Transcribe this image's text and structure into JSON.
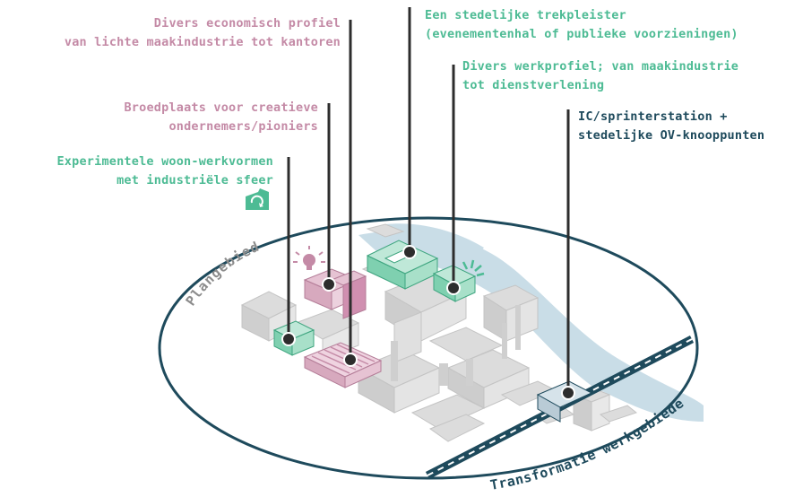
{
  "labels": {
    "economisch": "Divers economisch profiel\nvan lichte maakindustrie tot kantoren",
    "trekpleister": "Een stedelijke trekpleister\n(evenementenhal of publieke voorzieningen)",
    "werkprofiel": "Divers werkprofiel; van maakindustrie\ntot dienstverlening",
    "broedplaats": "Broedplaats voor creatieve\nondernemers/pioniers",
    "ic_station": "IC/sprinterstation +\nstedelijke OV-knooppunten",
    "experimenteel": "Experimentele woon-werkvormen\nmet industriële sfeer"
  },
  "ring_labels": {
    "plangebied": "Plangebied",
    "transformatie": "Transformatie werkgebieden"
  },
  "colors": {
    "pink": "#c48aa6",
    "green": "#4dbb94",
    "dark": "#1e4a5c",
    "river": "#c9dde7",
    "building": "#d9d9d9"
  },
  "icons": [
    "lightbulb-icon",
    "recycle-icon",
    "radiance-icon"
  ]
}
